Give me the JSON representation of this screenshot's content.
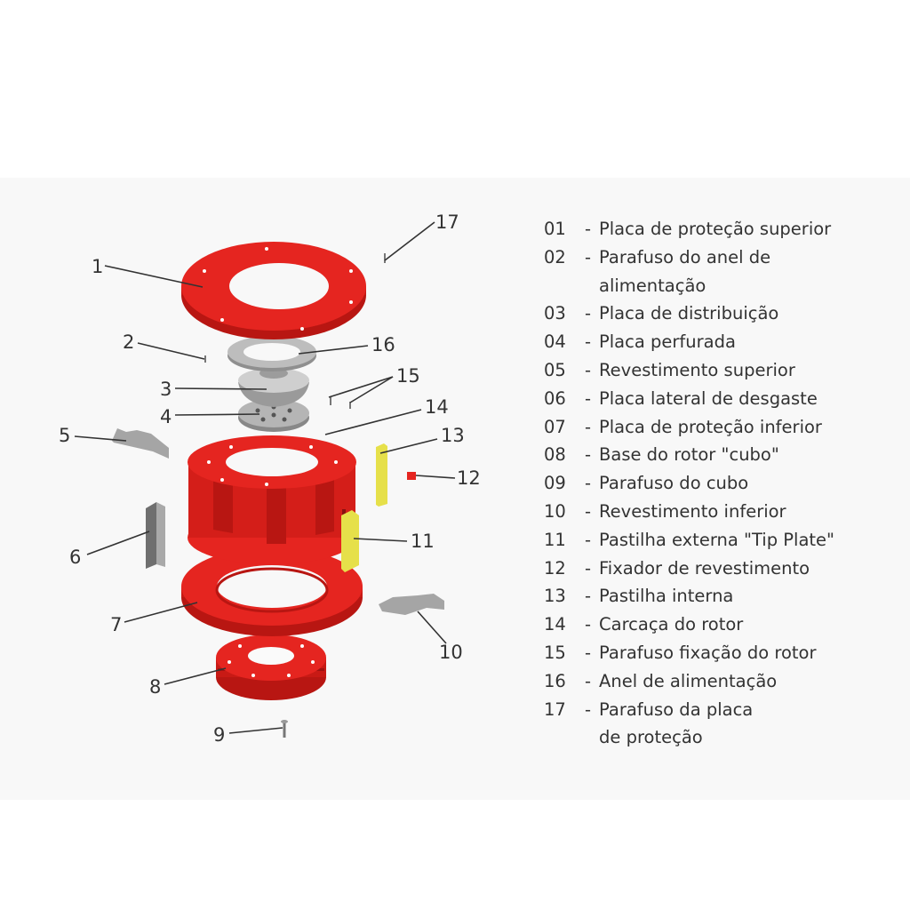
{
  "colors": {
    "red": "#e52520",
    "red_dark": "#b81612",
    "red_light": "#f04a45",
    "gray": "#8f8f8f",
    "gray_light": "#c9c9c9",
    "yellow": "#e6e04a",
    "ink": "#333333"
  },
  "callouts": [
    "1",
    "2",
    "3",
    "4",
    "5",
    "6",
    "7",
    "8",
    "9",
    "10",
    "11",
    "12",
    "13",
    "14",
    "15",
    "16",
    "17"
  ],
  "legend": [
    {
      "num": "01",
      "text": "Placa de proteção superior",
      "cont": ""
    },
    {
      "num": "02",
      "text": "Parafuso do anel de",
      "cont": "alimentação"
    },
    {
      "num": "03",
      "text": "Placa de distribuição",
      "cont": ""
    },
    {
      "num": "04",
      "text": "Placa perfurada",
      "cont": ""
    },
    {
      "num": "05",
      "text": "Revestimento superior",
      "cont": ""
    },
    {
      "num": "06",
      "text": "Placa lateral de desgaste",
      "cont": ""
    },
    {
      "num": "07",
      "text": "Placa de proteção inferior",
      "cont": ""
    },
    {
      "num": "08",
      "text": "Base do rotor \"cubo\"",
      "cont": ""
    },
    {
      "num": "09",
      "text": "Parafuso do cubo",
      "cont": ""
    },
    {
      "num": "10",
      "text": "Revestimento inferior",
      "cont": ""
    },
    {
      "num": "11",
      "text": "Pastilha externa \"Tip Plate\"",
      "cont": ""
    },
    {
      "num": "12",
      "text": "Fixador de revestimento",
      "cont": ""
    },
    {
      "num": "13",
      "text": "Pastilha interna",
      "cont": ""
    },
    {
      "num": "14",
      "text": "Carcaça do rotor",
      "cont": ""
    },
    {
      "num": "15",
      "text": "Parafuso fixação do rotor",
      "cont": ""
    },
    {
      "num": "16",
      "text": "Anel de alimentação",
      "cont": ""
    },
    {
      "num": "17",
      "text": "Parafuso da placa",
      "cont": "de proteção"
    }
  ]
}
